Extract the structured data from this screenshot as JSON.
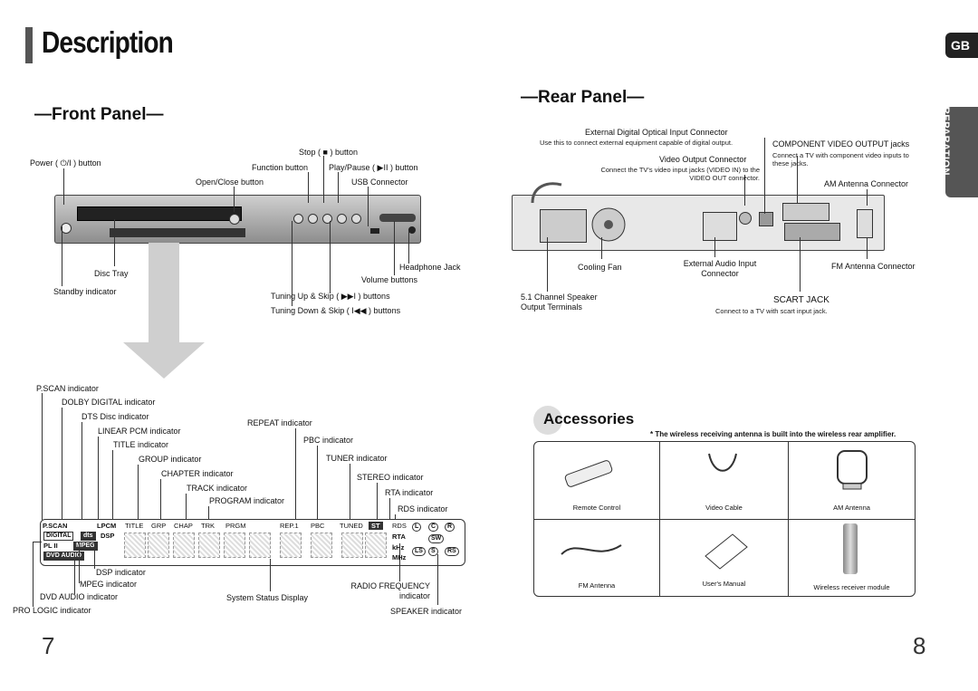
{
  "header": {
    "title": "Description",
    "lang_tab": "GB",
    "side_tab": "PREPARATION"
  },
  "front_panel": {
    "heading": "—Front Panel—",
    "labels": {
      "power": "Power ( ⏻/I ) button",
      "stop": "Stop ( ■ ) button",
      "function": "Function button",
      "play_pause": "Play/Pause ( ▶II ) button",
      "open_close": "Open/Close button",
      "usb": "USB Connector",
      "disc_tray": "Disc Tray",
      "headphone": "Headphone Jack",
      "volume": "Volume buttons",
      "standby": "Standby indicator",
      "tuning_up": "Tuning Up & Skip ( ▶▶I ) buttons",
      "tuning_down": "Tuning Down & Skip ( I◀◀ ) buttons"
    }
  },
  "rear_panel": {
    "heading": "—Rear Panel—",
    "labels": {
      "optical": "External Digital Optical Input Connector",
      "optical_desc": "Use this to connect external equipment capable of digital output.",
      "component": "COMPONENT VIDEO OUTPUT jacks",
      "component_desc": "Connect a TV with component video inputs to these jacks.",
      "video_out": "Video Output Connector",
      "video_out_desc": "Connect the TV's video input jacks (VIDEO IN) to the VIDEO OUT connector.",
      "am_antenna": "AM Antenna Connector",
      "cooling_fan": "Cooling Fan",
      "ext_audio": "External Audio Input Connector",
      "fm_antenna": "FM Antenna Connector",
      "speaker_terms": "5.1 Channel Speaker Output Terminals",
      "scart": "SCART JACK",
      "scart_desc": "Connect to a TV with scart input jack."
    }
  },
  "display": {
    "labels": {
      "pscan": "P.SCAN indicator",
      "dolby": "DOLBY DIGITAL indicator",
      "dts": "DTS Disc indicator",
      "lpcm": "LINEAR PCM indicator",
      "title": "TITLE indicator",
      "group": "GROUP indicator",
      "chapter": "CHAPTER indicator",
      "track": "TRACK indicator",
      "program": "PROGRAM indicator",
      "repeat": "REPEAT indicator",
      "pbc": "PBC indicator",
      "tuner": "TUNER indicator",
      "stereo": "STEREO indicator",
      "rta": "RTA indicator",
      "rds": "RDS indicator",
      "dsp": "DSP indicator",
      "mpeg": "MPEG indicator",
      "dvd_audio": "DVD AUDIO indicator",
      "pro_logic": "PRO LOGIC indicator",
      "system_status": "System Status Display",
      "radio_freq": "RADIO FREQUENCY indicator",
      "speaker": "SPEAKER indicator"
    },
    "lcd_tags": {
      "pscan": "P.SCAN",
      "lpcm": "LPCM",
      "title": "TITLE",
      "grp": "GRP",
      "chap": "CHAP",
      "trk": "TRK",
      "prgm": "PRGM",
      "rep1": "REP.1",
      "pbc": "PBC",
      "tuned": "TUNED",
      "st": "ST",
      "rds": "RDS",
      "rta": "RTA",
      "khz": "kHz",
      "mhz": "MHz",
      "digital": "DIGITAL",
      "dts": "dts",
      "dsp": "DSP",
      "pl2": "PL II",
      "mpeg": "MPEG",
      "dvd_audio": "DVD AUDIO",
      "spk_l": "L",
      "spk_c": "C",
      "spk_r": "R",
      "spk_sw": "SW",
      "spk_ls": "LS",
      "spk_s": "S",
      "spk_rs": "RS"
    }
  },
  "accessories": {
    "heading": "Accessories",
    "note": "* The wireless receiving antenna is built into the wireless rear amplifier.",
    "items": [
      "Remote Control",
      "Video Cable",
      "AM Antenna",
      "FM Antenna",
      "User's Manual",
      "Wireless receiver module"
    ]
  },
  "pages": {
    "left": "7",
    "right": "8"
  }
}
